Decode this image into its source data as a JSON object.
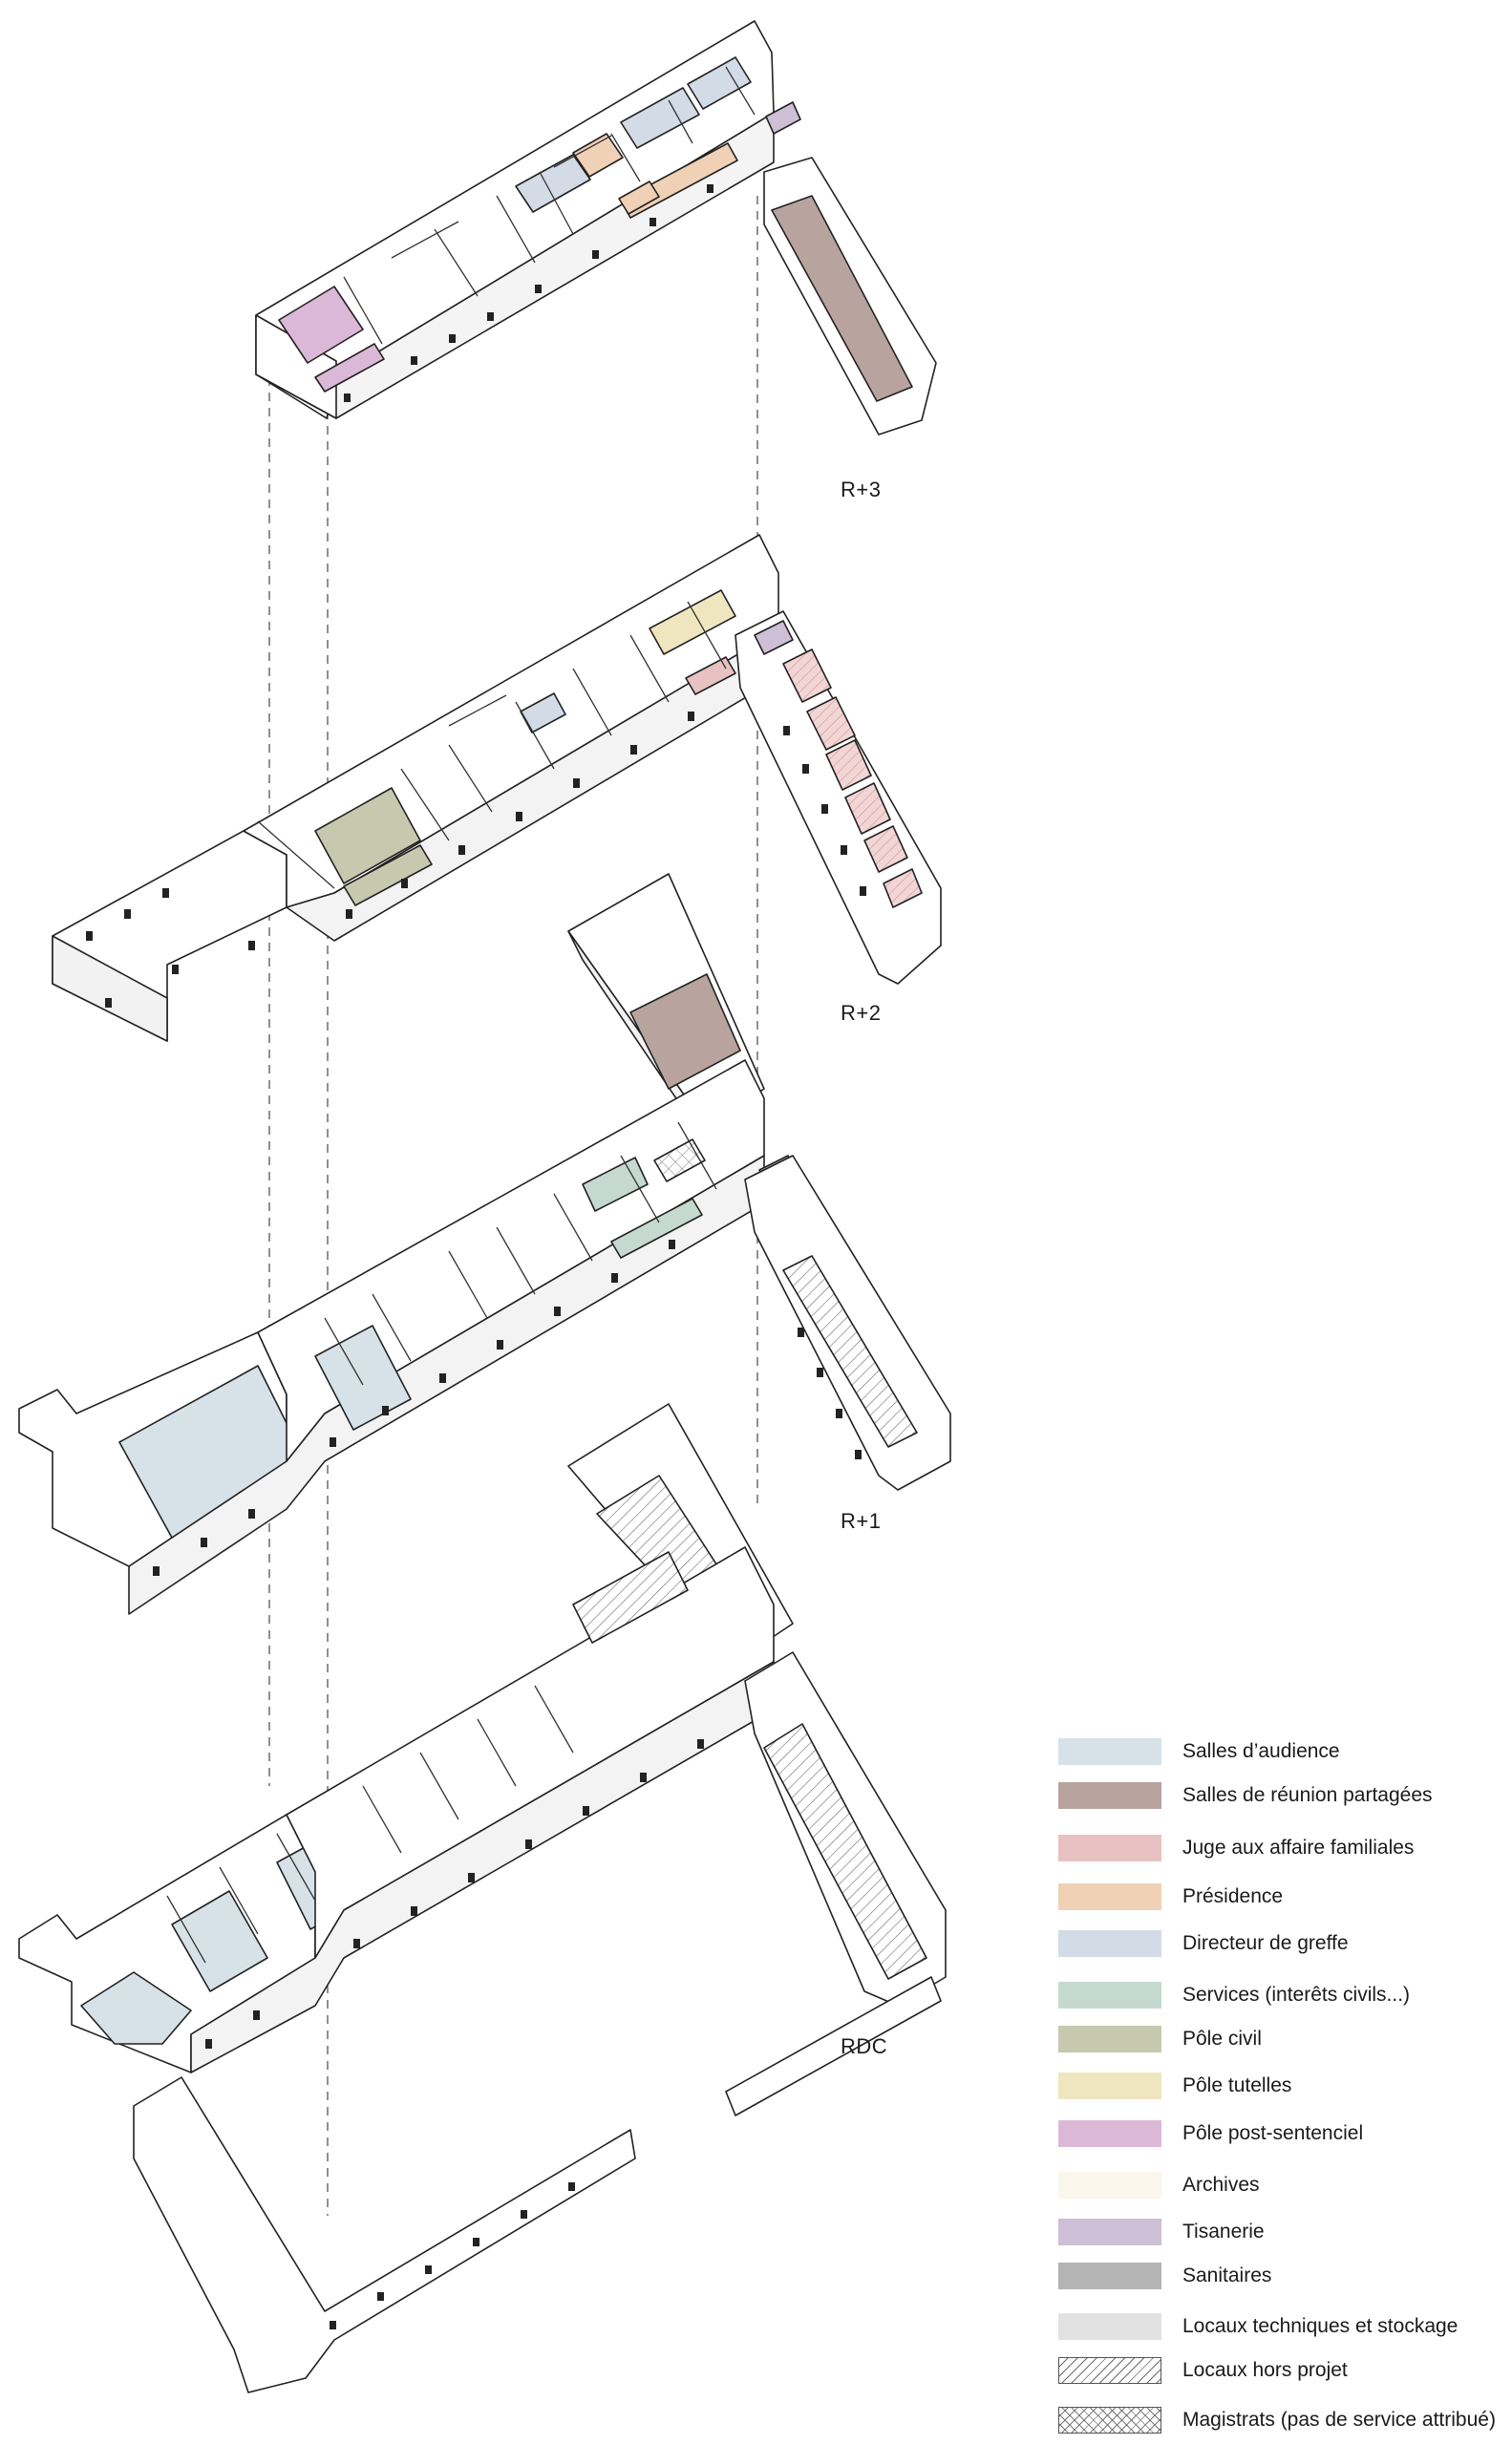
{
  "levels": {
    "r3": "R+3",
    "r2": "R+2",
    "r1": "R+1",
    "rdc": "RDC"
  },
  "legend": [
    {
      "label": "Salles d’audience",
      "color": "#d6e2e8"
    },
    {
      "label": "Salles de réunion partagées",
      "color": "#b8a39f"
    },
    {
      "label": "Juge aux affaire familiales",
      "color": "#e8c2c2"
    },
    {
      "label": "Présidence",
      "color": "#f0d1b6"
    },
    {
      "label": "Directeur de greffe",
      "color": "#d2dbe6"
    },
    {
      "label": "Services (interêts civils...)",
      "color": "#c5d9d1"
    },
    {
      "label": "Pôle civil",
      "color": "#c6c9ae"
    },
    {
      "label": "Pôle tutelles",
      "color": "#efe6bf"
    },
    {
      "label": "Pôle post-sentenciel",
      "color": "#dcb8d8"
    },
    {
      "label": "Archives",
      "color": "#faf6ec"
    },
    {
      "label": "Tisanerie",
      "color": "#cdbfd6"
    },
    {
      "label": "Sanitaires",
      "color": "#b4b4b4"
    },
    {
      "label": "Locaux techniques et stockage",
      "color": "#e2e2e2"
    },
    {
      "label": "Locaux hors projet",
      "color": "hatch"
    },
    {
      "label": "Magistrats (pas de service attribué)",
      "color": "crosshatch"
    }
  ]
}
